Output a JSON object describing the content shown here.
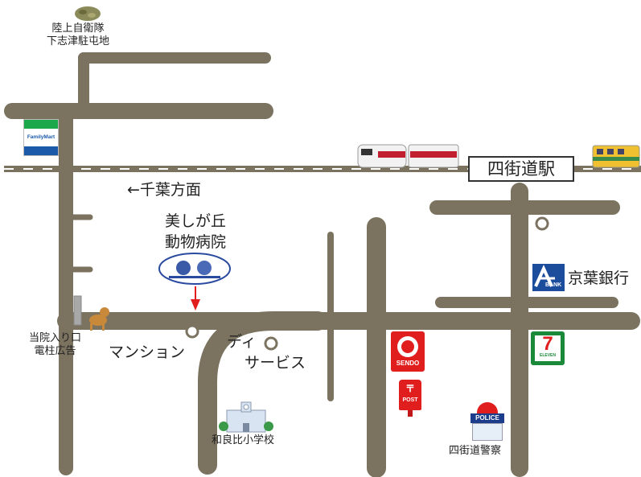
{
  "map": {
    "road_color": "#7b7360",
    "rail_color": "#7b7360",
    "arrow_color": "#e01e1e"
  },
  "labels": {
    "jsdf": "陸上自衛隊\n下志津駐屯地",
    "chiba_direction": "←千葉方面",
    "clinic": "美しが丘\n動物病院",
    "pole_ad": "当院入り口\n電柱広告",
    "mansion": "マンション",
    "day_service_1": "ディ",
    "day_service_2": "サービス",
    "school": "和良比小学校",
    "police": "四街道警察",
    "station": "四街道駅",
    "bank": "京葉銀行"
  },
  "logos": {
    "familymart_text": "FamilyMart",
    "sendo_text": "SENDO",
    "seven_text": "7",
    "seven_sub": "ELEVEN",
    "bank_text": "BANK",
    "post_text": "POST",
    "post_mark": "〒",
    "police_text": "POLICE"
  },
  "icons": {
    "familymart": "familymart-logo-icon",
    "sendo": "sendo-logo-icon",
    "seven": "seven-eleven-logo-icon",
    "bank": "keiyo-bank-logo-icon",
    "post": "post-box-icon",
    "police": "police-station-icon",
    "school": "school-building-icon",
    "dog": "dog-icon",
    "camo": "military-cap-icon",
    "train_left": "red-train-icon",
    "train_right": "yellow-train-icon",
    "emblem": "clinic-emblem-icon"
  }
}
